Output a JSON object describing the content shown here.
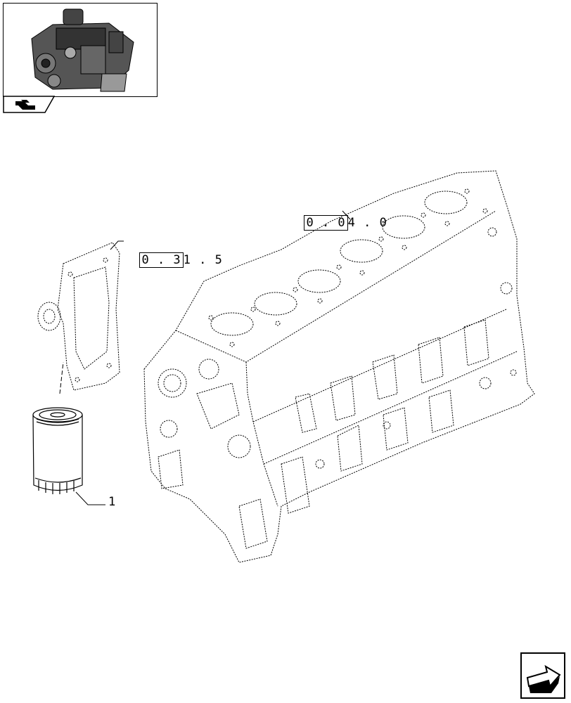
{
  "thumbnail": {
    "icon": "engine-thumbnail",
    "tab_icon": "book-arrow-icon"
  },
  "callouts": {
    "oil_filter_item": "1",
    "oil_filter_ref_boxed": "0 . 3",
    "oil_filter_ref_tail": "1 . 5",
    "block_ref_boxed": "0 . 0",
    "block_ref_tail": "4 . 0"
  },
  "navigation": {
    "next_icon": "next-page-arrow-icon"
  }
}
